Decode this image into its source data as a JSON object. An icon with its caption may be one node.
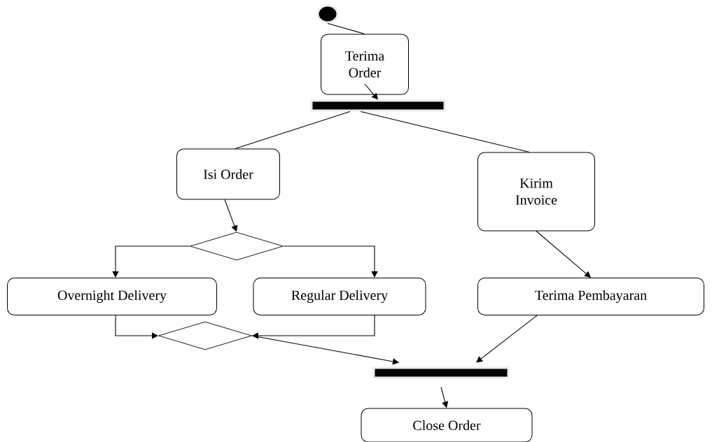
{
  "diagram": {
    "nodes": [
      {
        "text": [],
        "shape": "circle"
      },
      {
        "text": [
          "Terima Order"
        ]
      },
      {
        "text": [],
        "shape": "bar"
      },
      {
        "text": [
          "Isi Order"
        ]
      },
      {
        "text": [
          "Kirim Invoice"
        ]
      },
      {
        "text": [],
        "shape": "diamond"
      },
      {
        "text": [
          "Overnight Delivery"
        ]
      },
      {
        "text": [
          "Regular Delivery"
        ]
      },
      {
        "text": [
          "Terima Pembayaran"
        ]
      },
      {
        "text": [],
        "shape": "diamond"
      },
      {
        "text": [],
        "shape": "bar"
      },
      {
        "text": [
          "Close Order"
        ]
      }
    ],
    "edges": [
      {
        "from": 0,
        "to": 1,
        "arrow": "none"
      },
      {
        "from": 1,
        "to": 2,
        "arrow": "to"
      },
      {
        "from": 2,
        "to": 3,
        "arrow": "none"
      },
      {
        "from": 2,
        "to": 4,
        "arrow": "none"
      },
      {
        "from": 3,
        "to": 5,
        "arrow": "to"
      },
      {
        "from": 5,
        "to": 6,
        "arrow": "to"
      },
      {
        "from": 5,
        "to": 7,
        "arrow": "to"
      },
      {
        "from": 4,
        "to": 8,
        "arrow": "to"
      },
      {
        "from": 6,
        "to": 9,
        "arrow": "to"
      },
      {
        "from": 7,
        "to": 9,
        "arrow": "to"
      },
      {
        "from": 9,
        "to": 10,
        "arrow": "to"
      },
      {
        "from": 8,
        "to": 10,
        "arrow": "to"
      },
      {
        "from": 10,
        "to": 11,
        "arrow": "to"
      }
    ]
  }
}
